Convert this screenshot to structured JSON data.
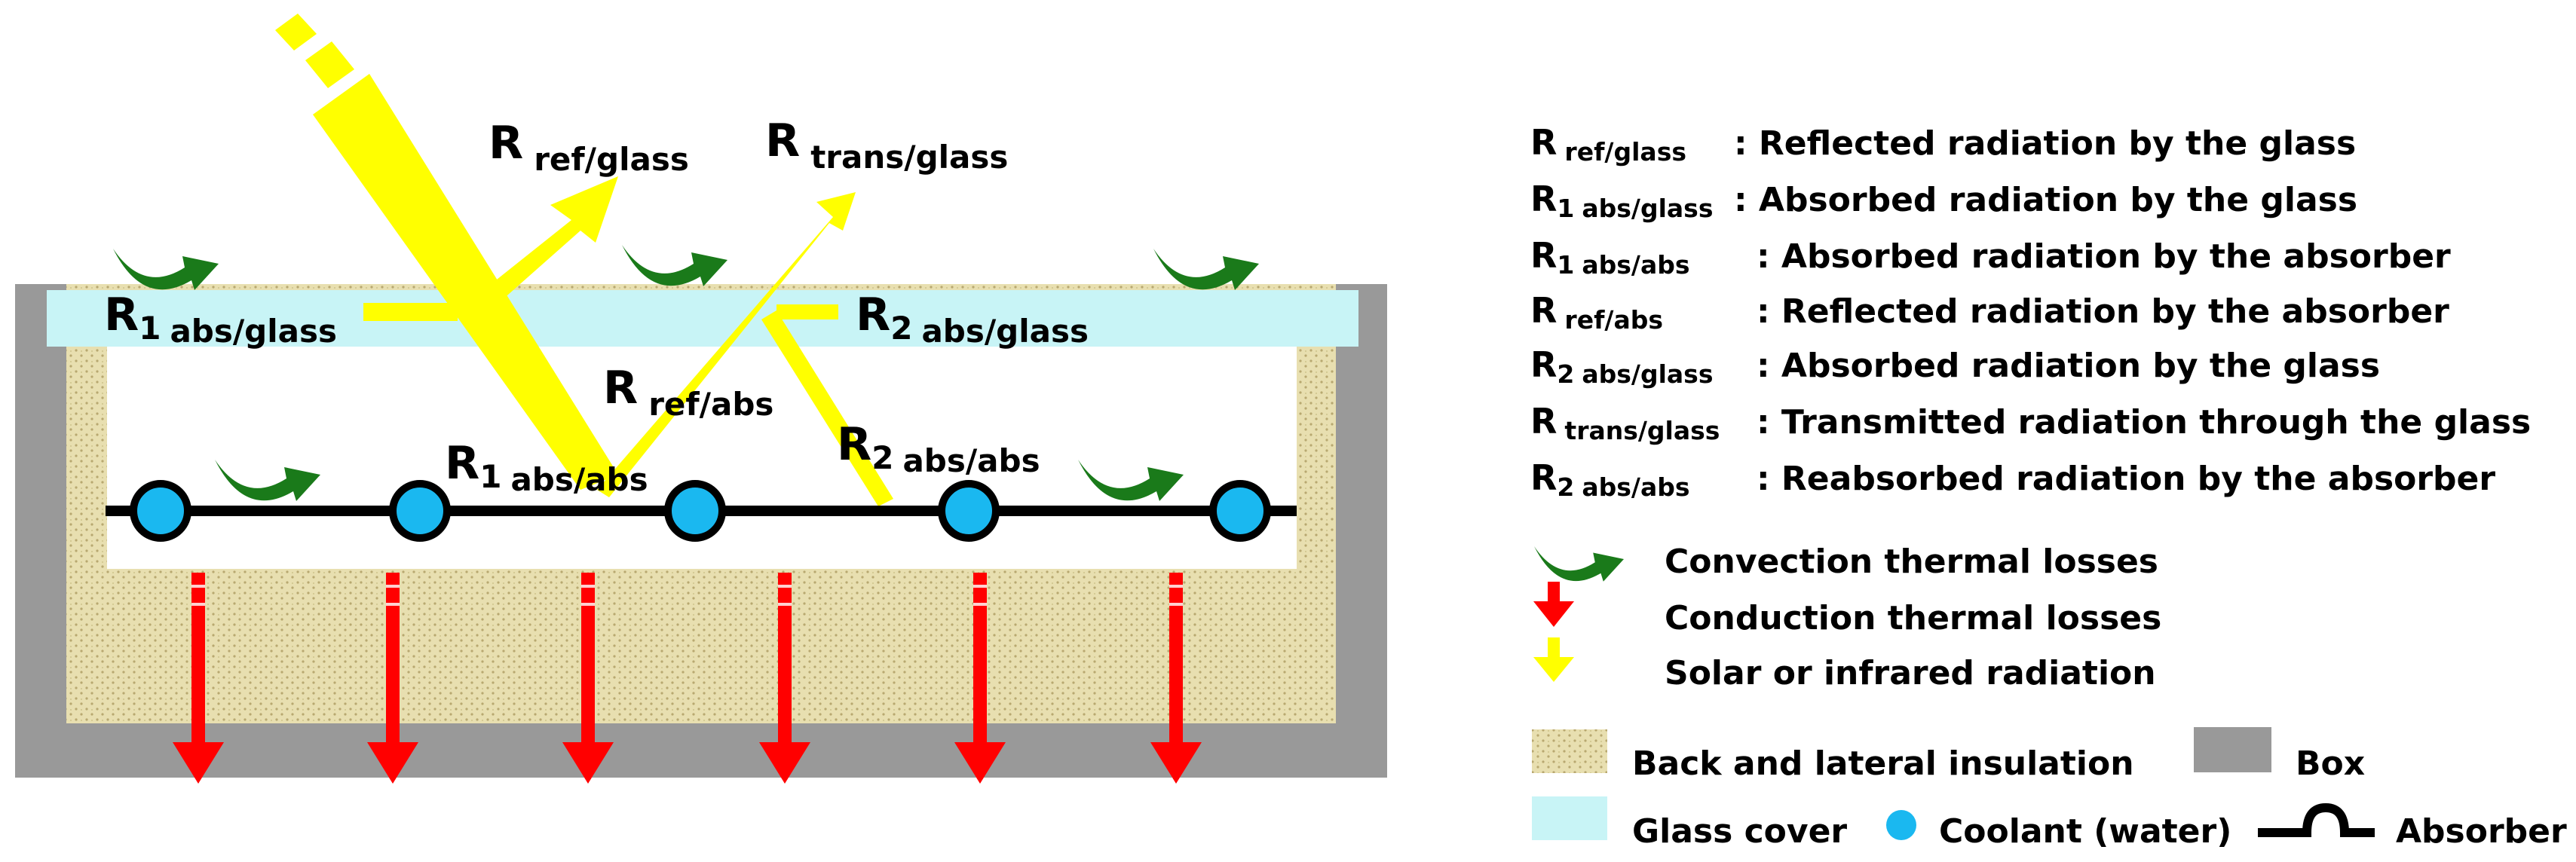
{
  "diagram": {
    "labels": {
      "r_ref_glass": {
        "main": "R",
        "sub": "ref/glass"
      },
      "r_trans_glass": {
        "main": "R",
        "sub": "trans/glass"
      },
      "r1_abs_glass": {
        "main": "R",
        "num": "1",
        "sub": "abs/glass"
      },
      "r2_abs_glass": {
        "main": "R",
        "num": "2",
        "sub": "abs/glass"
      },
      "r_ref_abs": {
        "main": "R",
        "sub": "ref/abs"
      },
      "r1_abs_abs": {
        "main": "R",
        "num": "1",
        "sub": "abs/abs"
      },
      "r2_abs_abs": {
        "main": "R",
        "num": "2",
        "sub": "abs/abs"
      }
    }
  },
  "legend": {
    "symbols": [
      {
        "main": "R",
        "sub": "ref/glass",
        "desc": ": Reflected radiation by the glass"
      },
      {
        "main": "R",
        "num": "1",
        "sub": "abs/glass",
        "desc": ": Absorbed radiation by the glass"
      },
      {
        "main": "R",
        "num": "1",
        "sub": "abs/abs",
        "desc": ": Absorbed radiation by the absorber"
      },
      {
        "main": "R",
        "sub": "ref/abs",
        "desc": ": Reflected radiation by the absorber"
      },
      {
        "main": "R",
        "num": "2",
        "sub": "abs/glass",
        "desc": ": Absorbed radiation by the glass"
      },
      {
        "main": "R",
        "sub": "trans/glass",
        "desc": ": Transmitted radiation through the glass"
      },
      {
        "main": "R",
        "num": "2",
        "sub": "abs/abs",
        "desc": ": Reabsorbed radiation by the absorber"
      }
    ],
    "convection": "Convection thermal losses",
    "conduction": "Conduction thermal losses",
    "radiation": "Solar or infrared radiation",
    "insulation": "Back and lateral insulation",
    "box": "Box",
    "glass": "Glass cover",
    "coolant": "Coolant (water)",
    "absorber": "Absorber"
  },
  "colors": {
    "box": "#999999",
    "insulation": "#e8dfb0",
    "glass": "#c8f4f6",
    "radiation": "#ffff00",
    "conduction": "#ff0000",
    "convection": "#1a7a1a",
    "coolant": "#1ab8f0"
  }
}
